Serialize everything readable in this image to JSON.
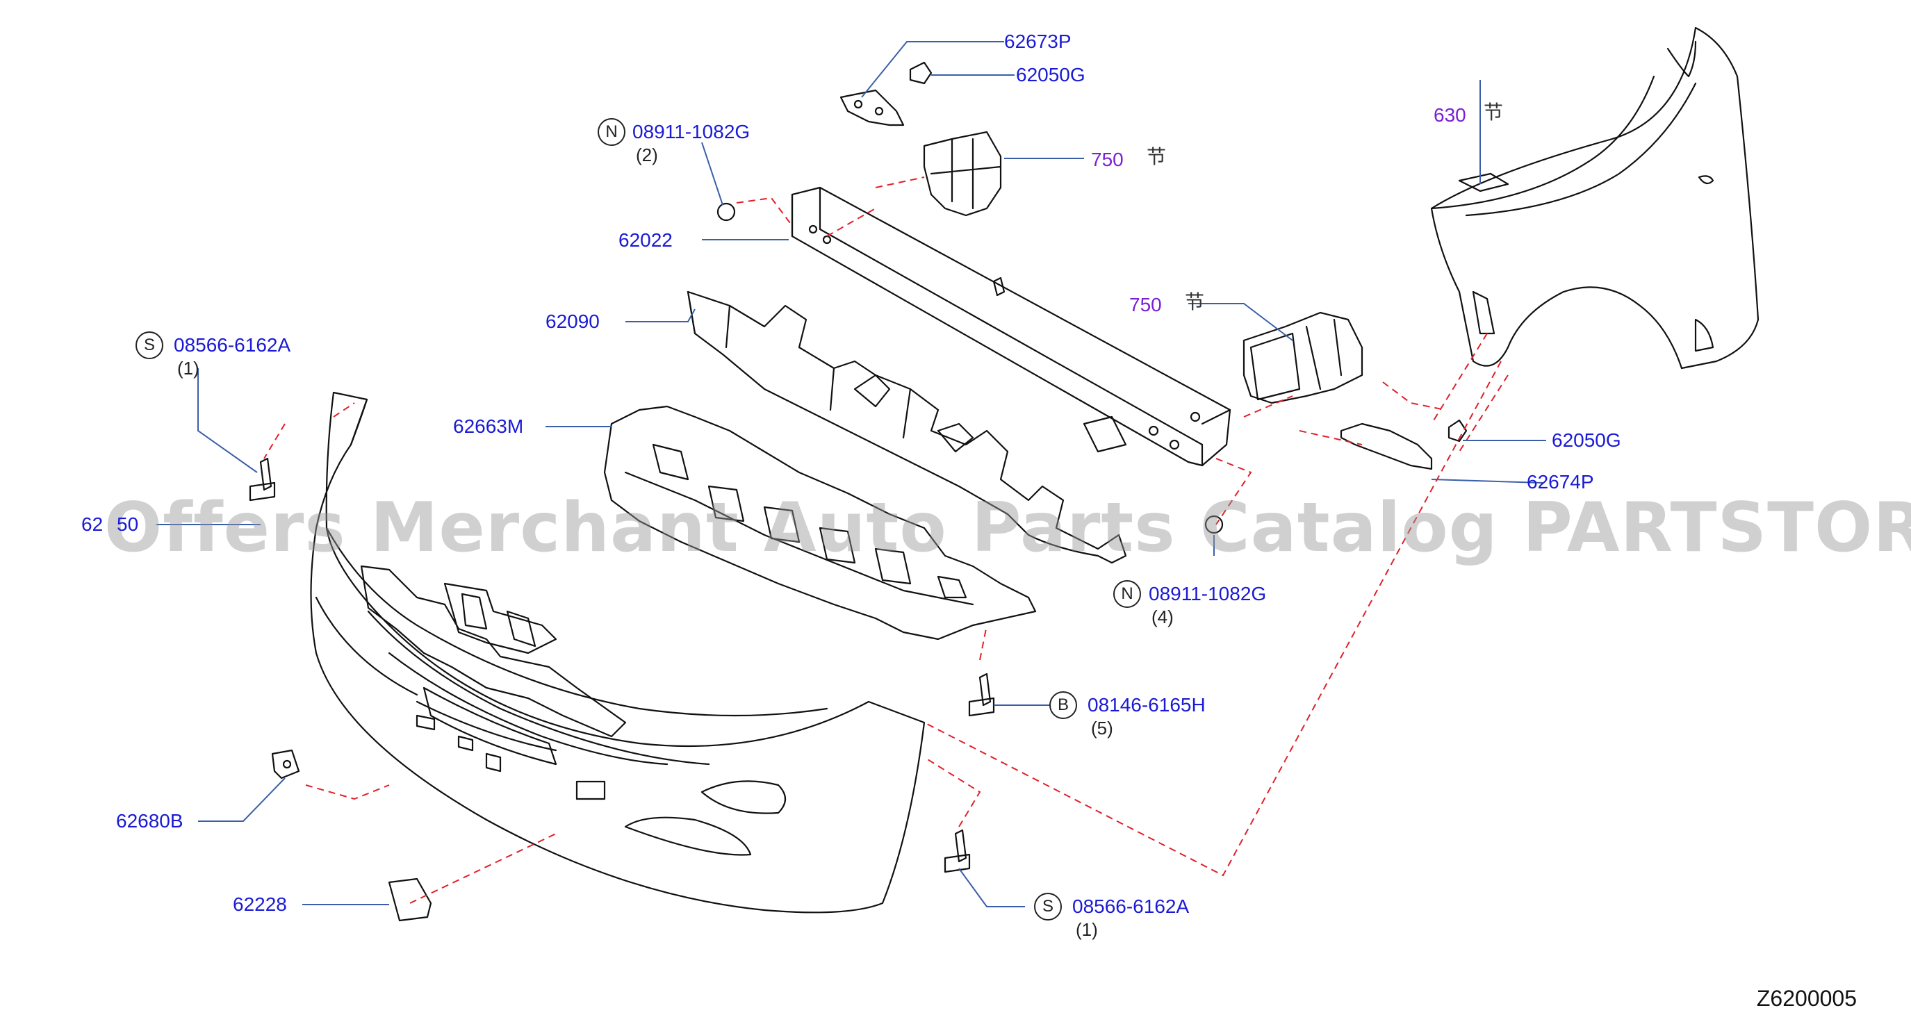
{
  "watermark": "Offers Merchant Auto Parts Catalog PARTSTORE.SA",
  "diagram_code": "Z6200005",
  "colors": {
    "part_label": "#1a1ad6",
    "section_label": "#7a1fd6",
    "leader": "#3a5fa8",
    "dashed": "#e0202a",
    "outline": "#111111"
  },
  "labels": {
    "p62673P": "62673P",
    "p62050G_top": "62050G",
    "n08911_top": "08911-1082G",
    "n08911_top_qty": "(2)",
    "s750_top": "750",
    "s750_top_cjk": "节",
    "p62022": "62022",
    "s630": "630",
    "s630_cjk": "节",
    "p62090": "62090",
    "s750_mid": "750",
    "s750_mid_cjk": "节",
    "s08566_left": "08566-6162A",
    "s08566_left_qty": "(1)",
    "p62663M": "62663M",
    "p62050G_right": "62050G",
    "p62674P": "62674P",
    "p62250_a": "62",
    "p62250_b": "50",
    "n08911_bottom": "08911-1082G",
    "n08911_bottom_qty": "(4)",
    "b08146": "08146-6165H",
    "b08146_qty": "(5)",
    "p62680B": "62680B",
    "p62228": "62228",
    "s08566_right": "08566-6162A",
    "s08566_right_qty": "(1)"
  },
  "badges": {
    "n": "N",
    "s": "S",
    "b": "B"
  }
}
